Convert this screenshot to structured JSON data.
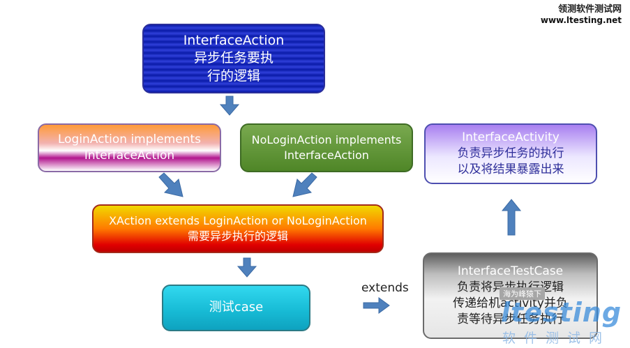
{
  "boxes": {
    "interface_action": {
      "lines": [
        "InterfaceAction",
        "异步任务要执",
        "行的逻辑"
      ]
    },
    "login_action": {
      "lines": [
        "LoginAction implements",
        "InterfaceAction"
      ]
    },
    "nologin_action": {
      "lines": [
        "NoLoginAction implements",
        "InterfaceAction"
      ]
    },
    "interface_activity": {
      "lines": [
        "InterfaceActivity",
        "负责异步任务的执行",
        "以及将结果暴露出来"
      ]
    },
    "xaction": {
      "lines": [
        "XAction extends LoginAction or NoLoginAction",
        "需要异步执行的逻辑"
      ]
    },
    "test_case": {
      "lines": [
        "测试case"
      ]
    },
    "interface_testcase": {
      "lines": [
        "InterfaceTestCase",
        "负责将异步执行逻辑",
        "传递给机activity并负",
        "责等待异步任务执行"
      ]
    }
  },
  "connector_label": "extends",
  "colors": {
    "arrow": "#4f81bd",
    "arrow_stroke": "#3b6aa4"
  },
  "watermark": {
    "site_cn": "领测软件测试网",
    "site_url": "www.ltesting.net",
    "stamp": "海为峰猿下",
    "logo": "ltesting",
    "logo_cn": "软件测试网"
  }
}
